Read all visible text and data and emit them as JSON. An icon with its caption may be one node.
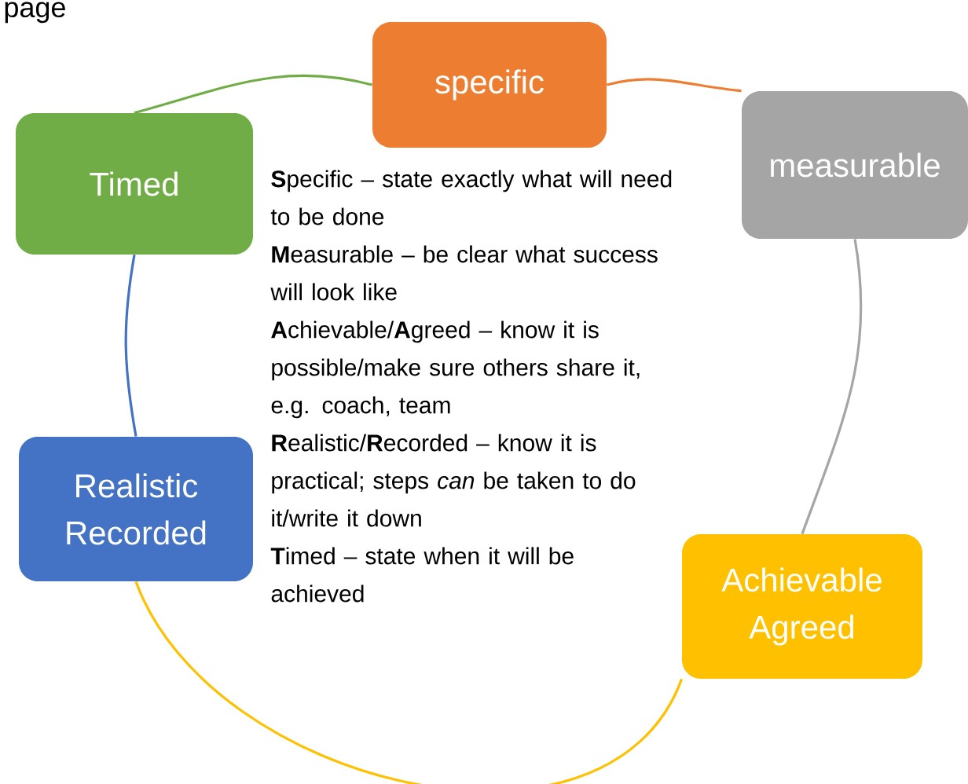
{
  "diagram": {
    "nodes": [
      {
        "text": [
          "specific"
        ]
      },
      {
        "text": [
          "measurable"
        ]
      },
      {
        "text": [
          "Achievable Agreed"
        ]
      },
      {
        "text": [
          "Realistic Recorded"
        ]
      },
      {
        "text": [
          "Timed"
        ]
      }
    ],
    "edges": [
      {
        "from": 0,
        "to": 1,
        "arrow": "none",
        "color": "#ed7d31"
      },
      {
        "from": 1,
        "to": 2,
        "arrow": "none",
        "color": "#a5a5a5"
      },
      {
        "from": 2,
        "to": 3,
        "arrow": "none",
        "color": "#ffc000"
      },
      {
        "from": 3,
        "to": 4,
        "arrow": "none",
        "color": "#4472c4"
      },
      {
        "from": 4,
        "to": 0,
        "arrow": "none",
        "color": "#70ad47"
      }
    ],
    "labels": [
      "page",
      "**S**pecific – state exactly what will need to be done",
      "**M**easurable – be clear what success will look like",
      "**A**chievable/**A**greed – know it is possible/make sure others share it, e.g. coach, team",
      "**R**ealistic/**R**ecorded – know it is practical; steps *can* be taken to do it/write it down",
      "**T**imed – state when it will be achieved"
    ]
  }
}
